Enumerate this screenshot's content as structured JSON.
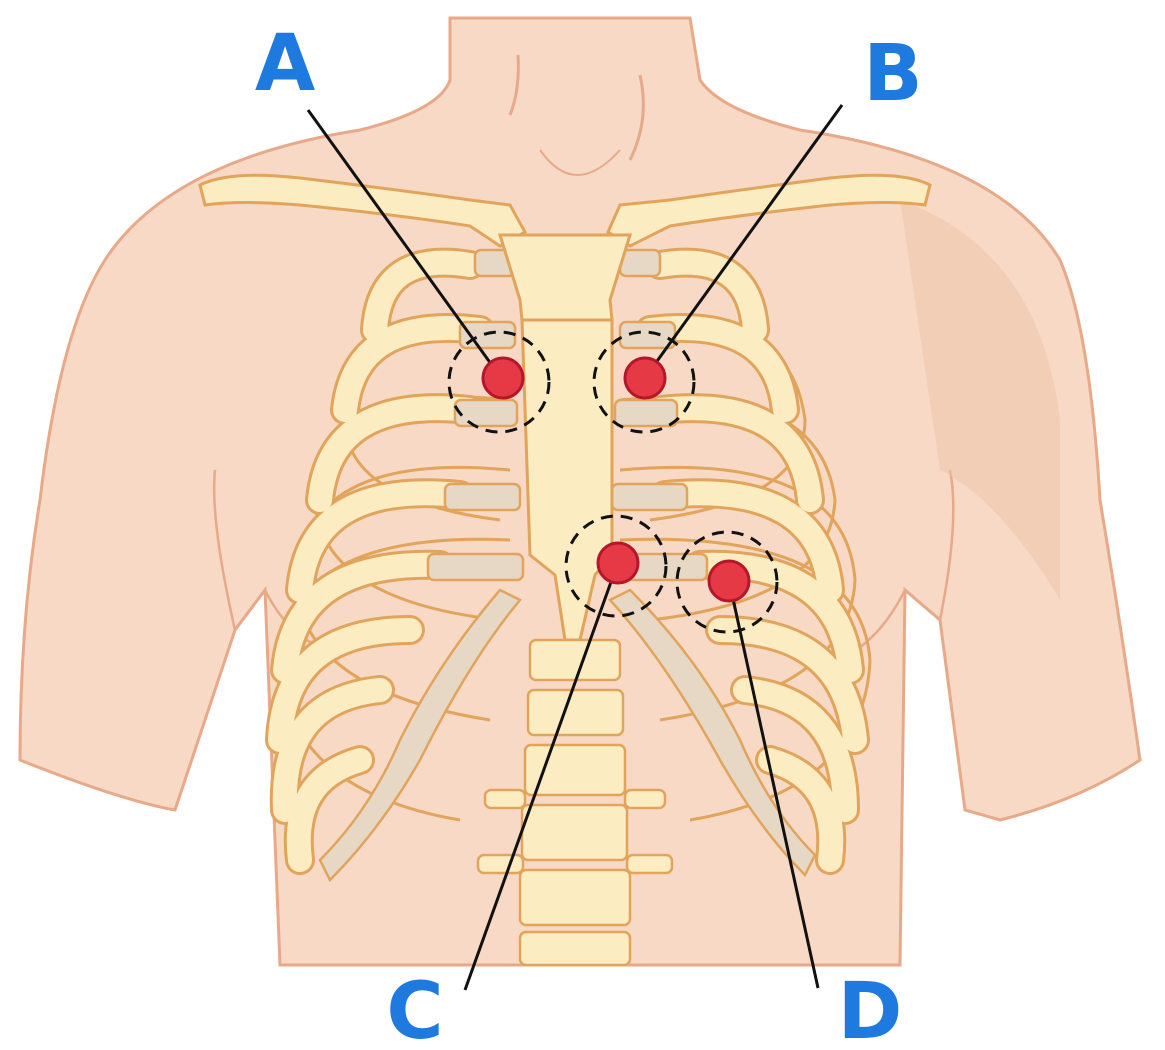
{
  "colors": {
    "skin": "#f7d9c6",
    "skin_shadow": "#f1c5ab",
    "skin_outline": "#e7a988",
    "bone": "#fbecc2",
    "bone_outline": "#e2a45a",
    "cartilage": "#e6d8c4",
    "marker": "#e63946",
    "marker_outline": "#b5172a",
    "leader_line": "#111111",
    "label": "#1f7ae0"
  },
  "labels": {
    "a": "A",
    "b": "B",
    "c": "C",
    "d": "D"
  },
  "icons": {
    "marker": "electrode-dot-icon",
    "zone": "dashed-circle-zone"
  }
}
